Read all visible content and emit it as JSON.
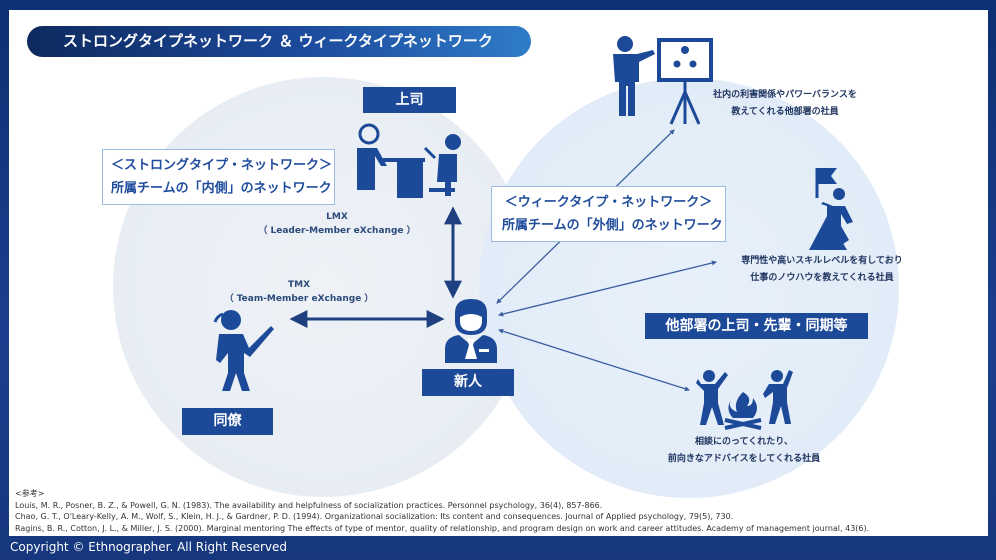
{
  "title": "ストロングタイプネットワーク ＆ ウィークタイプネットワーク",
  "boss_label": "上司",
  "newcomer_label": "新人",
  "colleague_label": "同僚",
  "other_dept_label": "他部署の上司・先輩・同期等",
  "strong_box": {
    "line1": "＜ストロングタイプ・ネットワーク＞",
    "line2": "所属チームの「内側」のネットワーク"
  },
  "weak_box": {
    "line1": "＜ウィークタイプ・ネットワーク＞",
    "line2": "所属チームの「外側」のネットワーク"
  },
  "lmx": {
    "line1": "LMX",
    "line2": "（ Leader-Member eXchange ）"
  },
  "tmx": {
    "line1": "TMX",
    "line2": "（ Team-Member eXchange ）"
  },
  "rel1": {
    "line1": "社内の利害関係やパワーバランスを",
    "line2": "教えてくれる他部署の社員"
  },
  "rel2": {
    "line1": "専門性や高いスキルレベルを有しており",
    "line2": "仕事のノウハウを教えてくれる社員"
  },
  "rel3": {
    "line1": "相談にのってくれたり、",
    "line2": "前向きなアドバイスをしてくれる社員"
  },
  "refs": {
    "header": "<参考>",
    "r1": "Louis, M. R., Posner, B. Z., & Powell, G. N. (1983). The availability and helpfulness of socialization practices. Personnel psychology, 36(4), 857-866.",
    "r2": "Chao, G. T., O'Leary-Kelly, A. M., Wolf, S., Klein, H. J., & Gardner, P. D. (1994). Organizational socialization: Its content and consequences. Journal of Applied psychology, 79(5), 730.",
    "r3": "Ragins, B. R., Cotton, J. L., & Miller, J. S. (2000). Marginal mentoring The effects of type of mentor, quality of relationship, and program design on work and career attitudes. Academy of management journal, 43(6)."
  },
  "copyright": "Copyright © Ethnographer. All Right Reserved",
  "colors": {
    "navy": "#1d4a98",
    "arrow": "#1e3f80"
  },
  "icons": [
    "presenter-icon",
    "boss-at-desk-icon",
    "flag-climber-icon",
    "businessman-icon",
    "teacher-woman-icon",
    "campfire-friends-icon"
  ]
}
